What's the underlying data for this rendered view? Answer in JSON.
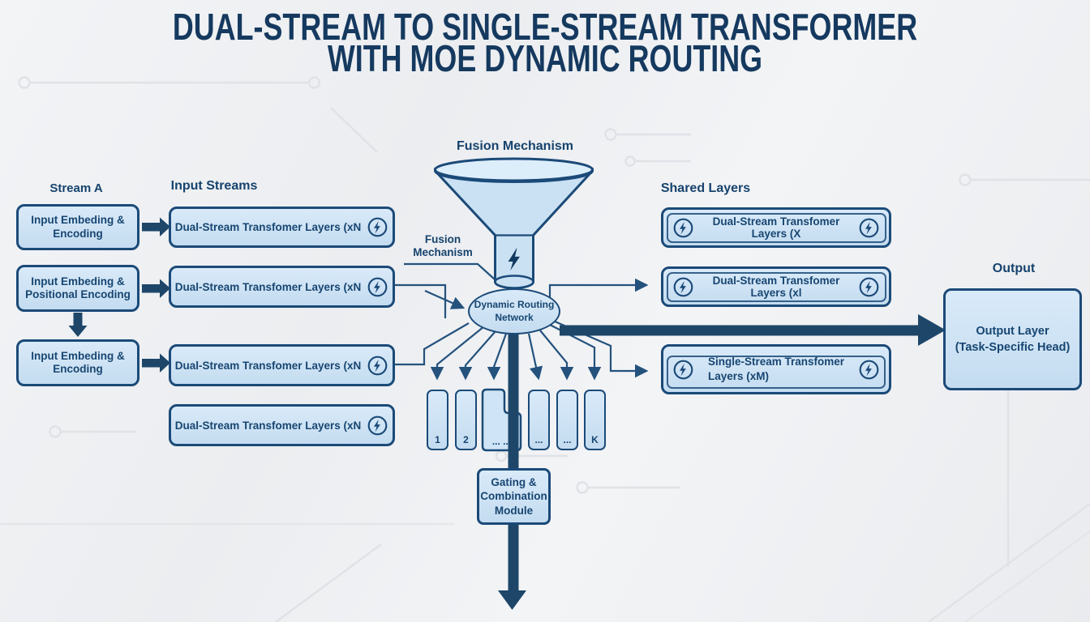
{
  "title": {
    "line1": "DUAL-STREAM TO SINGLE-STREAM TRANSFORMER",
    "line2": "WITH MOE DYNAMIC ROUTING"
  },
  "section_labels": {
    "stream_a": "Stream A",
    "input_streams": "Input Streams",
    "fusion_mechanism": "Fusion Mechanism",
    "fusion_callout_line1": "Fusion",
    "fusion_callout_line2": "Mechanism",
    "shared_layers": "Shared Layers",
    "output": "Output"
  },
  "stream_a_boxes": [
    {
      "label": "Input Embeding & Encoding"
    },
    {
      "label": "Input Embeding & Positional Encoding"
    },
    {
      "label": "Input Embeding & Encoding"
    }
  ],
  "input_stream_boxes": [
    {
      "label": "Dual-Stream Transfomer Layers (xN"
    },
    {
      "label": "Dual-Stream Transfomer Layers (xN"
    },
    {
      "label": "Dual-Stream Transfomer Layers (xN"
    },
    {
      "label": "Dual-Stream Transfomer Layers (xN"
    }
  ],
  "routing_node": {
    "line1": "Dynamic Routing",
    "line2": "Network"
  },
  "experts": [
    {
      "label": "1"
    },
    {
      "label": "2"
    },
    {
      "label": "...  ..."
    },
    {
      "label": "..."
    },
    {
      "label": "..."
    },
    {
      "label": "K"
    }
  ],
  "gating_box": {
    "label": "Gating & Combination Module"
  },
  "shared_boxes": [
    {
      "label": "Dual-Stream Transfomer Layers (X"
    },
    {
      "label": "Dual-Stream Transfomer Layers (xl"
    },
    {
      "line1": "Single-Stream Transfomer",
      "line2": "Layers (xM)"
    }
  ],
  "output_box": {
    "line1": "Output Layer",
    "line2": "(Task-Specific Head)"
  },
  "icons": {
    "lightning": "lightning-bolt-in-circle"
  },
  "colors": {
    "navy_border": "#1b4a78",
    "box_fill_top": "#d9eaf9",
    "box_fill_bottom": "#c4dcf0",
    "thick_arrow": "#1d4669",
    "thin_line": "#24527d",
    "background": "#eef0f2",
    "trace": "#dfe2e6"
  }
}
